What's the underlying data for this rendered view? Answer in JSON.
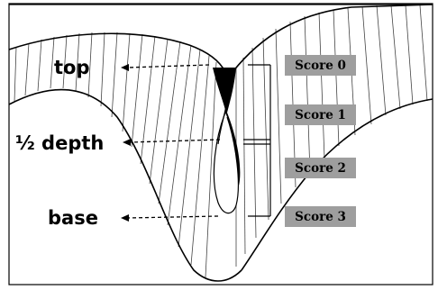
{
  "labels": {
    "top": "top",
    "half_depth": "½ depth",
    "base": "base"
  },
  "scores": [
    {
      "label": "Score 0"
    },
    {
      "label": "Score 1"
    },
    {
      "label": "Score 2"
    },
    {
      "label": "Score 3"
    }
  ],
  "colors": {
    "score_box": "#9e9e9e",
    "outline": "#000000",
    "hatch": "#444444",
    "fill_black": "#000000"
  }
}
